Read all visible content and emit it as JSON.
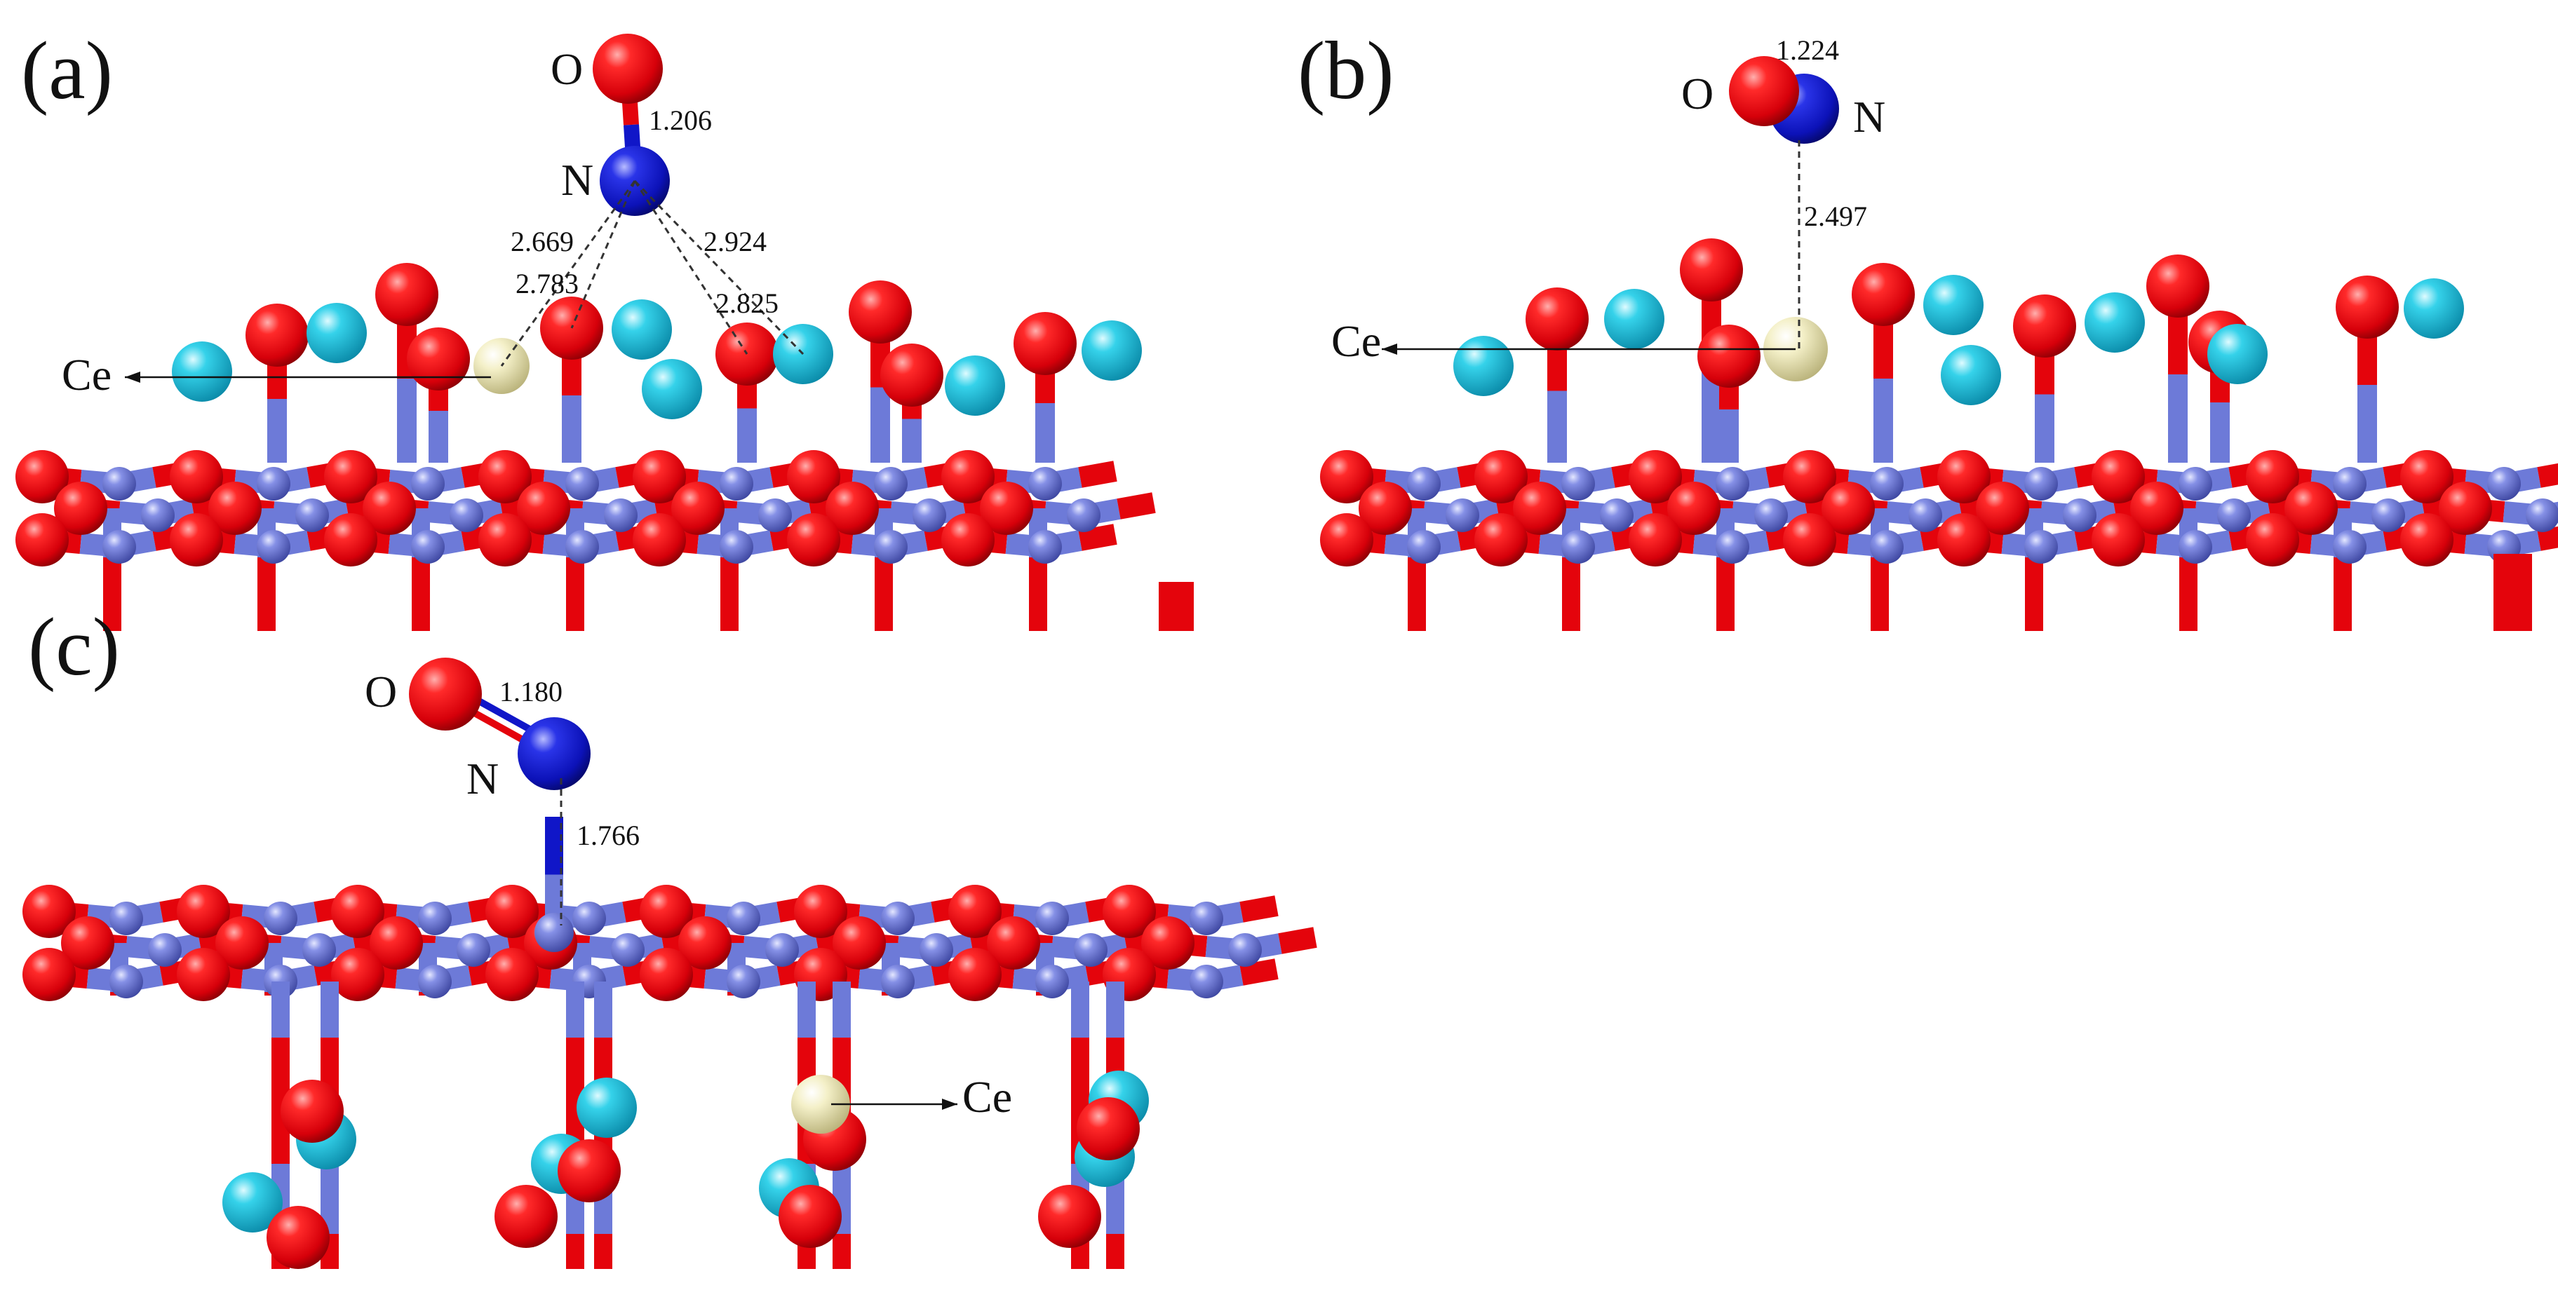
{
  "colors": {
    "oxygen": "#e4040c",
    "nitrogen": "#1016c8",
    "metal": "#6d7ad8",
    "hydrogen": "#22c4dd",
    "cerium": "#efeabc",
    "bond_line": "#333333"
  },
  "panels": [
    {
      "label": "(a)",
      "atoms": {
        "oxygen": "O",
        "nitrogen": "N",
        "dopant": "Ce"
      },
      "distances": [
        "1.206",
        "2.669",
        "2.783",
        "2.924",
        "2.825"
      ]
    },
    {
      "label": "(b)",
      "atoms": {
        "oxygen": "O",
        "nitrogen": "N",
        "dopant": "Ce"
      },
      "distances": [
        "1.224",
        "2.497"
      ]
    },
    {
      "label": "(c)",
      "atoms": {
        "oxygen": "O",
        "nitrogen": "N",
        "dopant": "Ce"
      },
      "distances": [
        "1.180",
        "1.766"
      ]
    }
  ]
}
